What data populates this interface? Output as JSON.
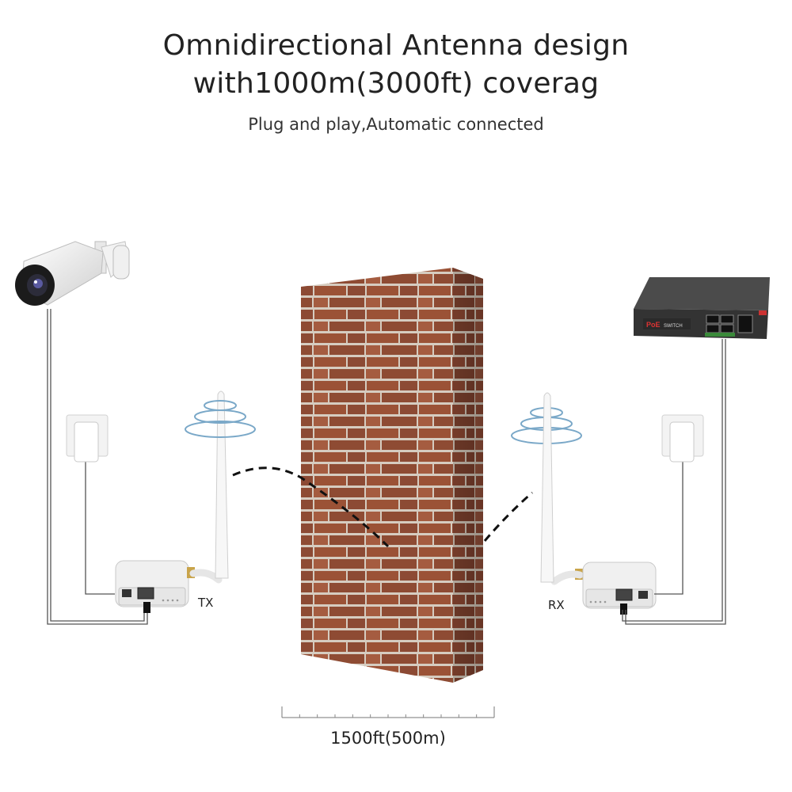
{
  "heading": {
    "line1": "Omnidirectional Antenna design",
    "line2": "with1000m(3000ft) coverag",
    "subtitle": "Plug and play,Automatic connected"
  },
  "devices": {
    "tx_label": "TX",
    "rx_label": "RX",
    "switch_brand": "PoE",
    "switch_text": "SWITCH"
  },
  "distance": {
    "label": "1500ft(500m)"
  },
  "colors": {
    "brick": "#9a5238",
    "mortar": "#d9cfc4",
    "cable": "#555555",
    "wave": "#7aa8c8",
    "device": "#eeeeee"
  },
  "icons": [
    "camera-icon",
    "wall-icon",
    "antenna-icon",
    "wifi-wave-icon",
    "poe-switch-icon",
    "power-adapter-icon",
    "bridge-device-icon"
  ]
}
